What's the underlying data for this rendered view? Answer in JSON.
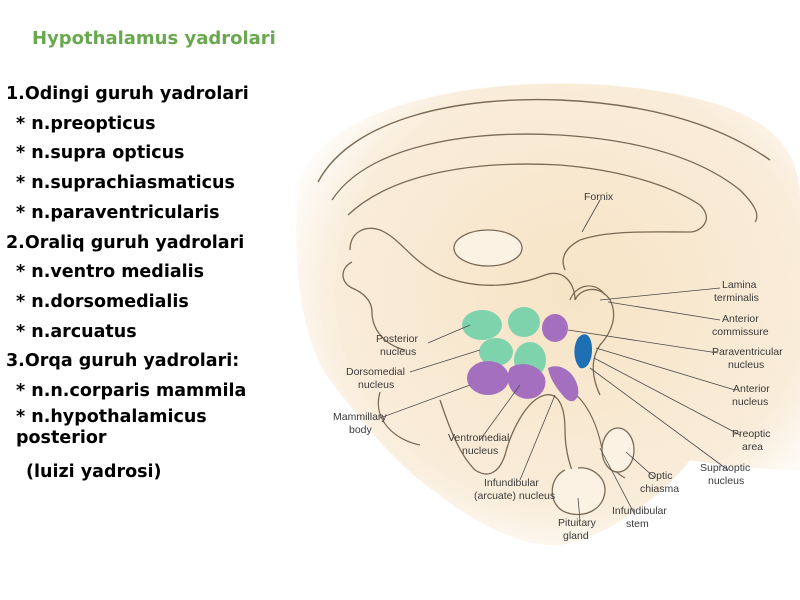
{
  "title": "Hypothalamus yadrolari",
  "list": [
    "1.Odingi guruh yadrolari",
    "* n.preopticus",
    "* n.supra opticus",
    "* n.suprachiasmaticus",
    "* n.paraventricularis",
    "2.Oraliq guruh yadrolari",
    "* n.ventro medialis",
    "* n.dorsomedialis",
    "* n.arcuatus",
    "3.Orqa guruh yadrolari:",
    "* n.n.corparis mammila",
    "* n.hypothalamicus posterior",
    "(luizi yadrosi)"
  ],
  "labels": {
    "fornix": "Fornix",
    "lamina_1": "Lamina",
    "lamina_2": "terminalis",
    "anterior_commissure_1": "Anterior",
    "anterior_commissure_2": "commissure",
    "paraventricular_1": "Paraventricular",
    "paraventricular_2": "nucleus",
    "anterior_nucleus_1": "Anterior",
    "anterior_nucleus_2": "nucleus",
    "preoptic_1": "Preoptic",
    "preoptic_2": "area",
    "supraoptic_1": "Supraoptic",
    "supraoptic_2": "nucleus",
    "optic_chiasma_1": "Optic",
    "optic_chiasma_2": "chiasma",
    "infundibular_stem_1": "Infundibular",
    "infundibular_stem_2": "stem",
    "pituitary_1": "Pituitary",
    "pituitary_2": "gland",
    "infundibular_arcuate_1": "Infundibular",
    "infundibular_arcuate_2": "(arcuate) nucleus",
    "ventromedial_1": "Ventromedial",
    "ventromedial_2": "nucleus",
    "mammillary_1": "Mammillary",
    "mammillary_2": "body",
    "dorsomedial_1": "Dorsomedial",
    "dorsomedial_2": "nucleus",
    "posterior_1": "Posterior",
    "posterior_2": "nucleus"
  },
  "colors": {
    "title": "#6aa84f",
    "tissue": "#f6e2c4",
    "outline": "#7a6a55",
    "green_nucleus": "#7ed3ad",
    "purple_nucleus": "#a36fbe",
    "blue_nucleus": "#1f6fb5"
  }
}
